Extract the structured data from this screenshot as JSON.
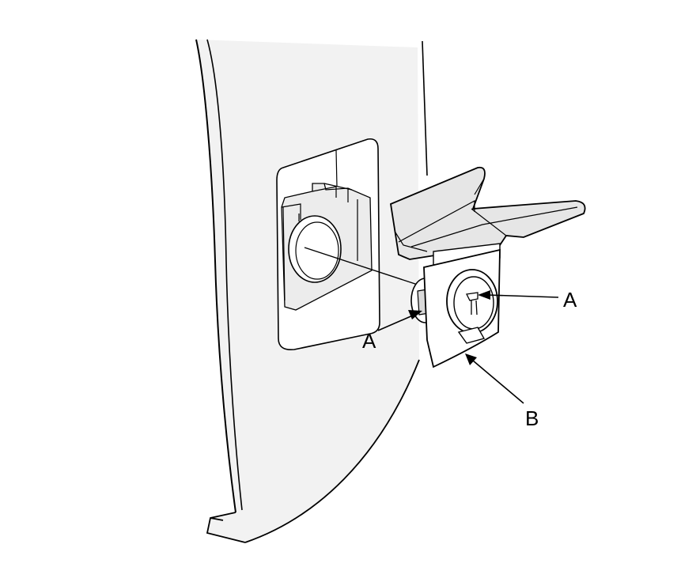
{
  "diagram": {
    "labels": {
      "a_right": "A",
      "a_left": "A",
      "b": "B"
    },
    "colors": {
      "line": "#000000",
      "panel_fill": "#f2f2f2",
      "part_fill": "#e6e6e6",
      "background": "#ffffff"
    }
  }
}
